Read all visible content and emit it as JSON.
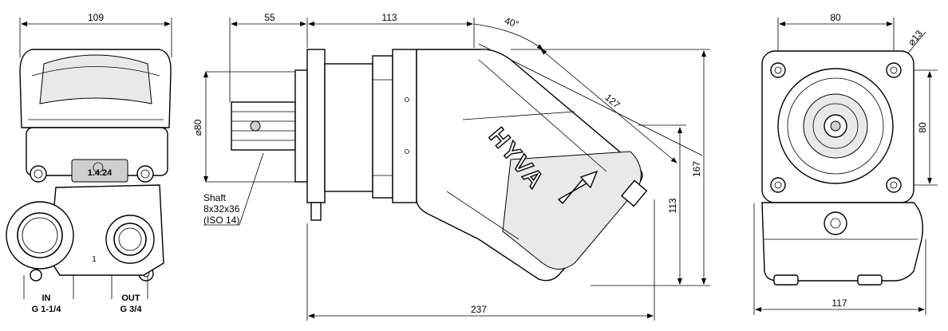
{
  "brand": "HYVA",
  "part_code": "1.4.24",
  "front_view": {
    "width_dim": "109",
    "port_in_label": "IN",
    "port_in_thread": "G 1-1/4",
    "port_out_label": "OUT",
    "port_out_thread": "G 3/4",
    "port_mark": "1"
  },
  "side_view": {
    "flange_dim": "55",
    "body_dim": "113",
    "angle": "40°",
    "diagonal_dim": "127",
    "shaft_dia": "⌀80",
    "height_inner": "113",
    "height_outer": "167",
    "total_length": "237",
    "shaft_note": [
      "Shaft",
      "8x32x36",
      "(ISO 14)"
    ]
  },
  "end_view": {
    "top_dim": "80",
    "hole_dia": "⌀13",
    "side_dim": "80",
    "bottom_dim": "117"
  }
}
